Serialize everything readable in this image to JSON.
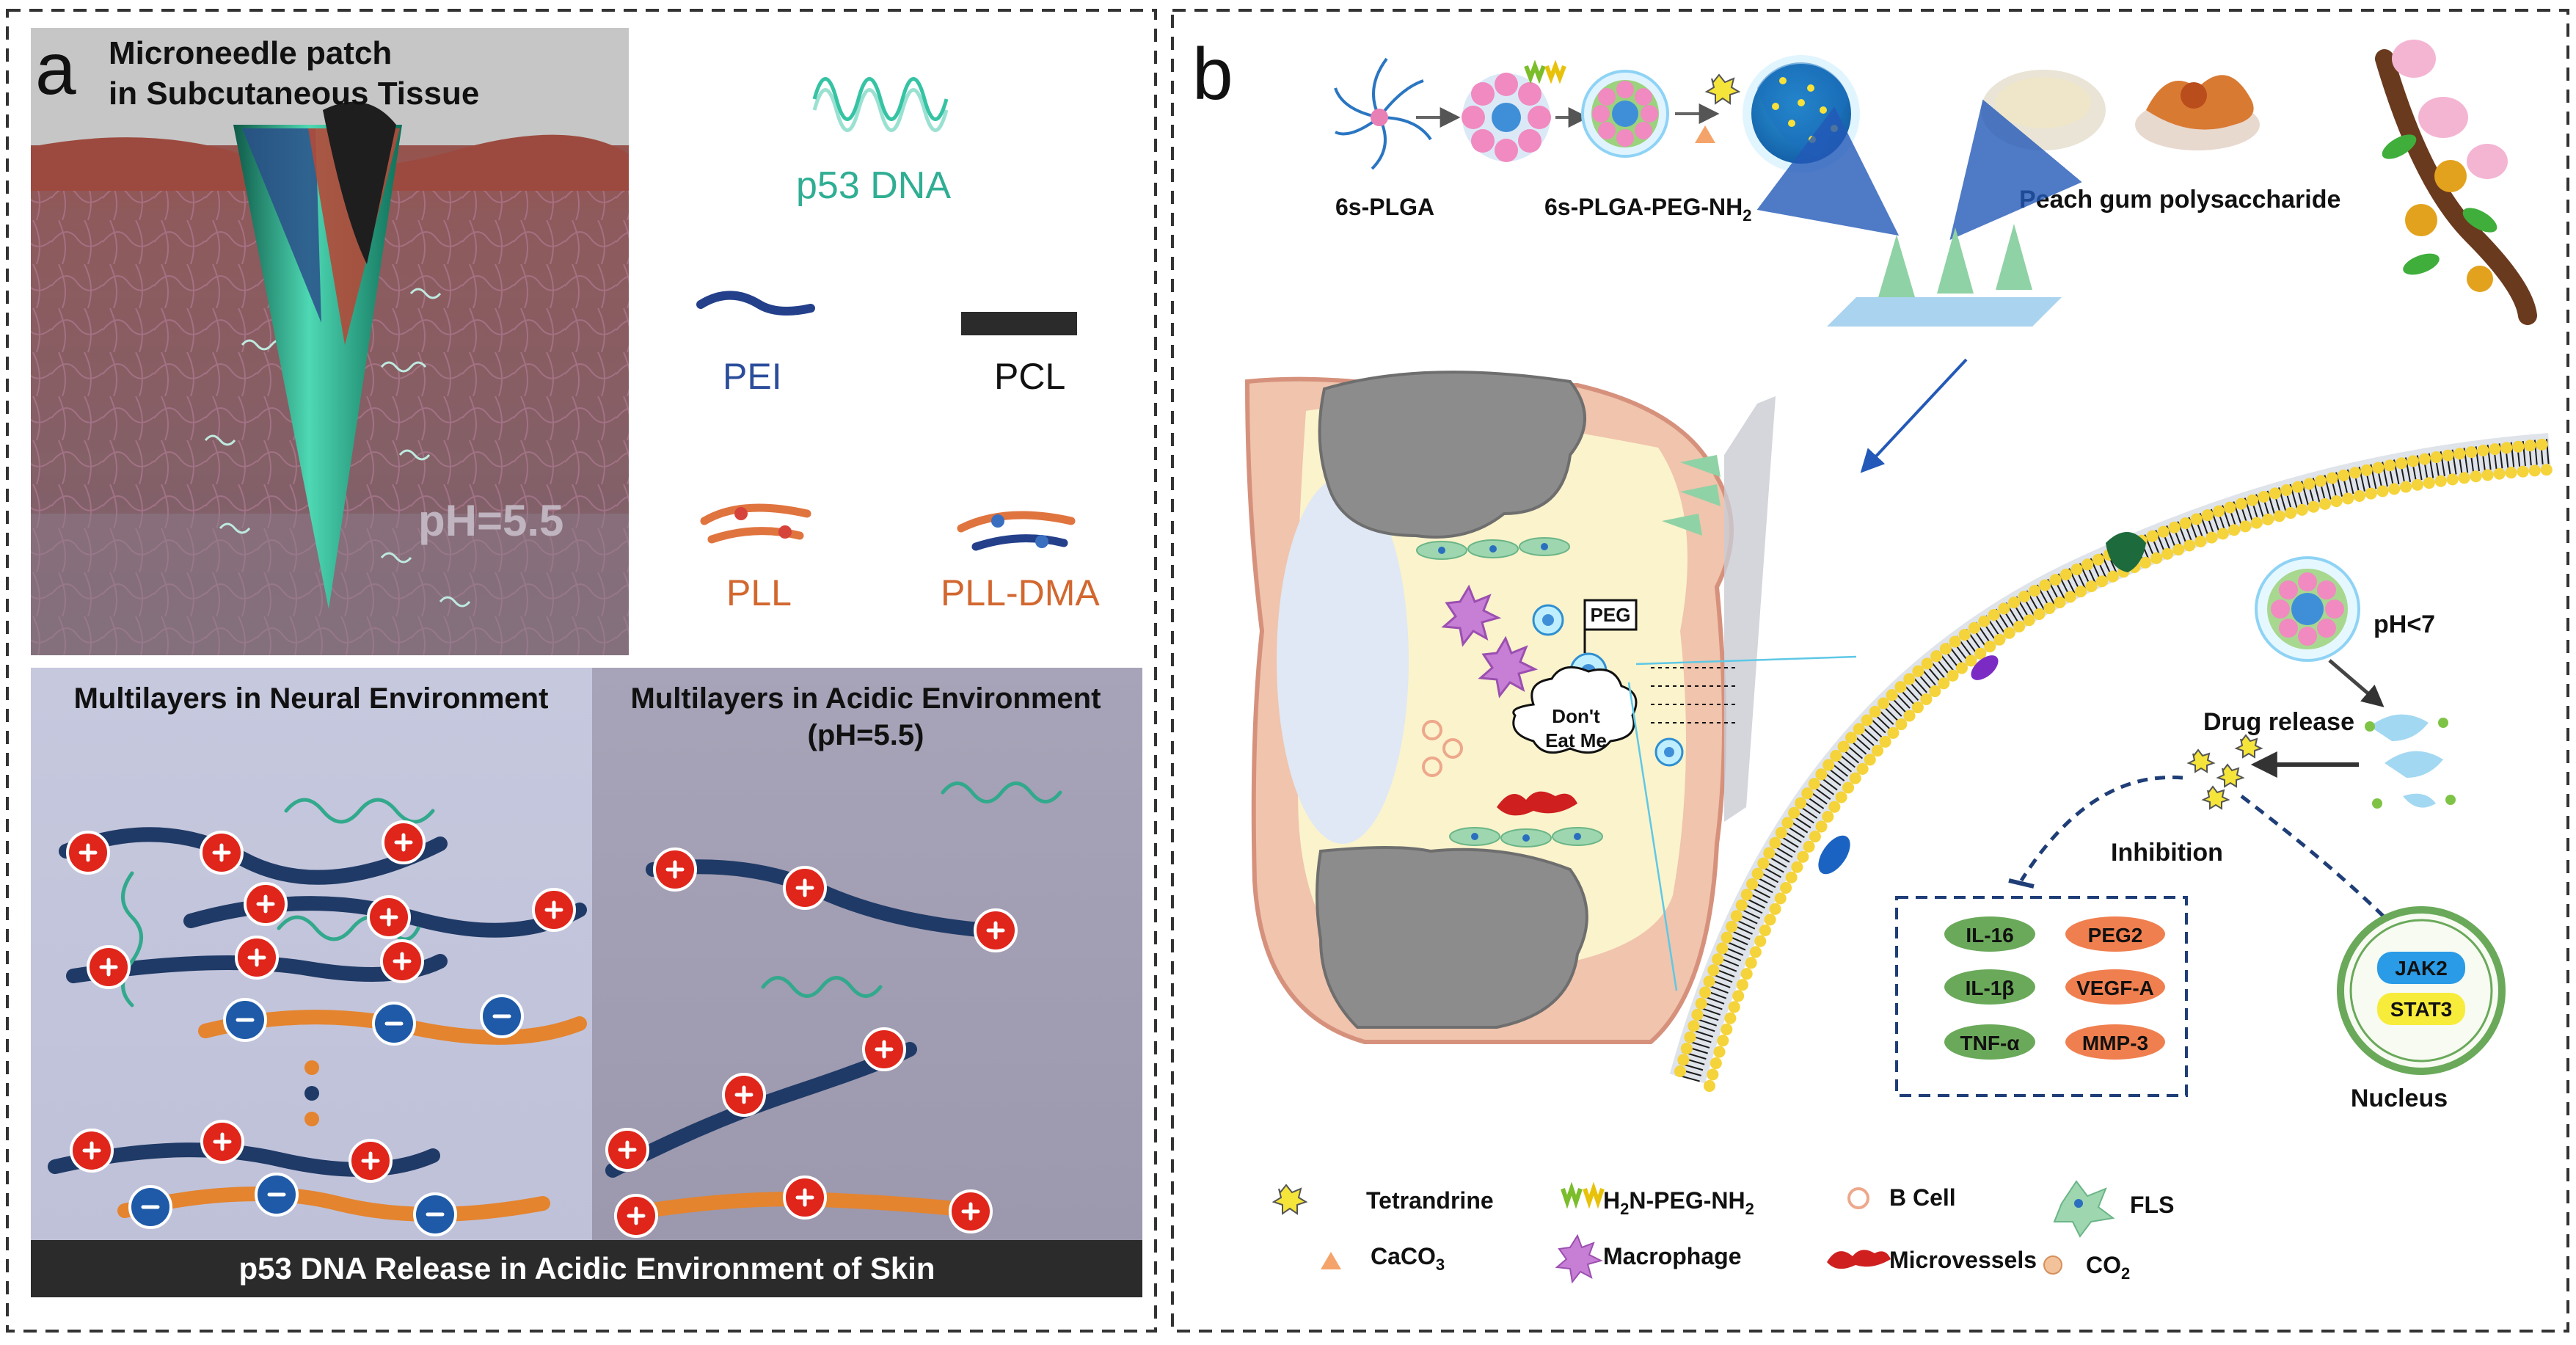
{
  "panel_a": {
    "letter": "a",
    "title_line1": "Microneedle patch",
    "title_line2": "in Subcutaneous Tissue",
    "ph_label": "pH=5.5",
    "legend": {
      "p53": "p53 DNA",
      "pei": "PEI",
      "pcl": "PCL",
      "pll": "PLL",
      "plldma": "PLL-DMA"
    },
    "neutral_title": "Multilayers in Neural Environment",
    "acidic_title_line1": "Multilayers in Acidic Environment",
    "acidic_title_line2": "(pH=5.5)",
    "footer": "p53 DNA Release in Acidic Environment of Skin"
  },
  "panel_b": {
    "letter": "b",
    "plga_label": "6s-PLGA",
    "plga_peg_label": "6s-PLGA-PEG-NH",
    "plga_peg_sub": "2",
    "gum_label": "Peach gum polysaccharide",
    "peg_flag": "PEG",
    "dont_eat_line1": "Don't",
    "dont_eat_line2": "Eat Me",
    "ph_label": "pH<7",
    "drug_release": "Drug release",
    "inhibition": "Inhibition",
    "cytokines_green": [
      "IL-16",
      "IL-1β",
      "TNF-α"
    ],
    "cytokines_orange": [
      "PEG2",
      "VEGF-A",
      "MMP-3"
    ],
    "jak2": "JAK2",
    "stat3": "STAT3",
    "nucleus": "Nucleus",
    "legend": {
      "tetrandrine": "Tetrandrine",
      "peg_label": "H",
      "peg_sub1": "2",
      "peg_mid": "N-PEG-NH",
      "peg_sub2": "2",
      "bcell": "B Cell",
      "fls": "FLS",
      "caco3": "CaCO",
      "caco3_sub": "3",
      "macrophage": "Macrophage",
      "microvessels": "Microvessels",
      "co2": "CO",
      "co2_sub": "2"
    }
  }
}
